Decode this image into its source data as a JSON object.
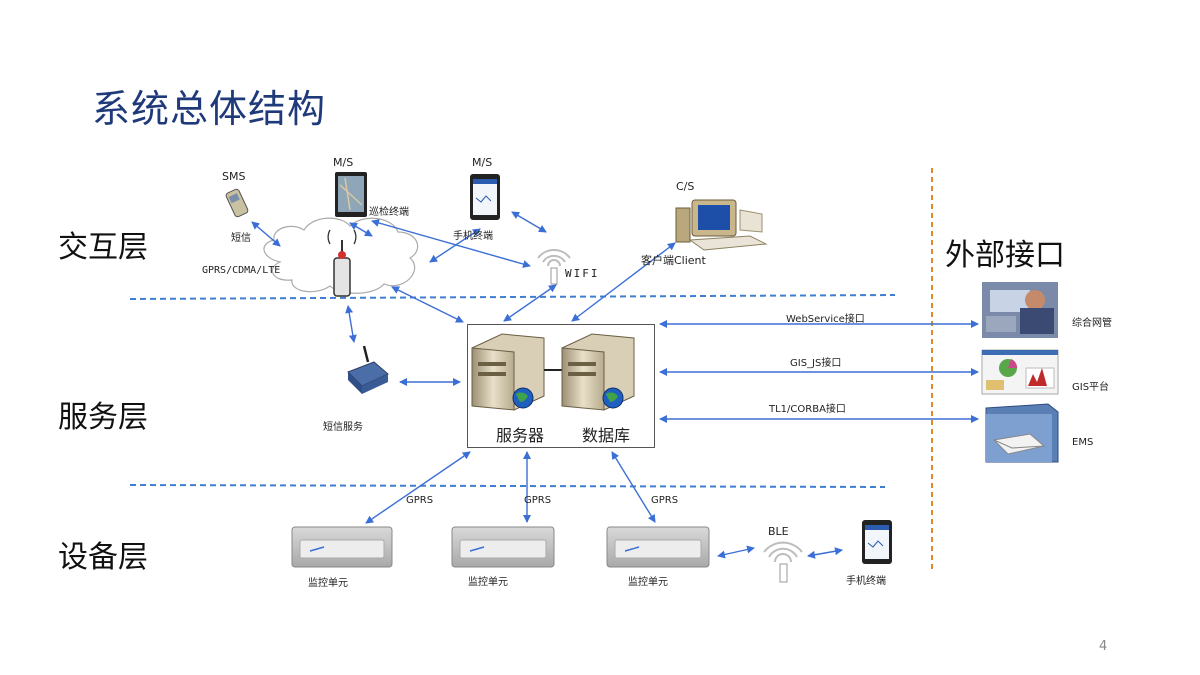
{
  "title": "系统总体结构",
  "layers": {
    "interaction": "交互层",
    "service": "服务层",
    "device": "设备层",
    "external": "外部接口"
  },
  "interaction": {
    "sms_top": "SMS",
    "sms_bottom": "短信",
    "ms1": "M/S",
    "ms1_label": "巡检终端",
    "ms2": "M/S",
    "ms2_label": "手机终端",
    "network": "GPRS/CDMA/LTE",
    "wifi": "WIFI",
    "cs": "C/S",
    "client": "客户端Client"
  },
  "service": {
    "server": "服务器",
    "database": "数据库",
    "sms_service": "短信服务"
  },
  "interfaces": [
    {
      "link": "WebService接口",
      "target": "综合网管"
    },
    {
      "link": "GIS_JS接口",
      "target": "GIS平台"
    },
    {
      "link": "TL1/CORBA接口",
      "target": "EMS"
    }
  ],
  "device": {
    "gprs": [
      "GPRS",
      "GPRS",
      "GPRS"
    ],
    "units": [
      "监控单元",
      "监控单元",
      "监控单元"
    ],
    "ble": "BLE",
    "phone": "手机终端"
  },
  "page_number": "4",
  "colors": {
    "title": "#1f3a7a",
    "arrow": "#3b6fd6",
    "dashed": "#3f7fd0",
    "divider": "#e08a2e"
  }
}
